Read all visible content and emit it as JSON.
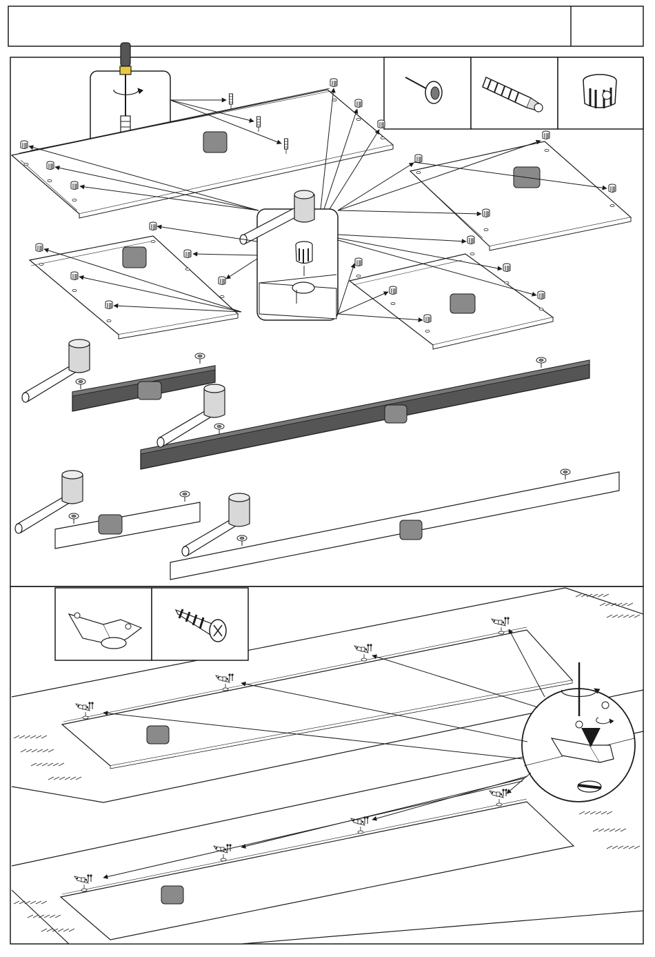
{
  "header": {
    "title": "",
    "page_number": ""
  },
  "colors": {
    "line": "#1a1a1a",
    "label_box_fill": "#8a8a8a",
    "beam_dark_fill": "#555555",
    "mallet_fill": "#d8d8d8",
    "panel_fill": "#ffffff",
    "background": "#ffffff"
  },
  "hardware_icons_top": [
    {
      "name": "cam-bolt-icon"
    },
    {
      "name": "dowel-connector-icon"
    },
    {
      "name": "cam-lock-nut-icon"
    }
  ],
  "hardware_icons_bottom": [
    {
      "name": "hinge-icon"
    },
    {
      "name": "wood-screw-icon"
    }
  ],
  "tools": [
    {
      "name": "screwdriver-icon"
    },
    {
      "name": "rubber-mallet-icon"
    }
  ],
  "part_labels": [
    {
      "name": "part-label-top-left-panel",
      "text": ""
    },
    {
      "name": "part-label-top-right-panel",
      "text": ""
    },
    {
      "name": "part-label-mid-left-panel",
      "text": ""
    },
    {
      "name": "part-label-mid-right-panel",
      "text": ""
    },
    {
      "name": "part-label-short-dark-beam",
      "text": ""
    },
    {
      "name": "part-label-long-dark-beam",
      "text": ""
    },
    {
      "name": "part-label-short-white-rail",
      "text": ""
    },
    {
      "name": "part-label-long-white-rail",
      "text": ""
    },
    {
      "name": "part-label-door-upper",
      "text": ""
    },
    {
      "name": "part-label-door-lower",
      "text": ""
    }
  ]
}
